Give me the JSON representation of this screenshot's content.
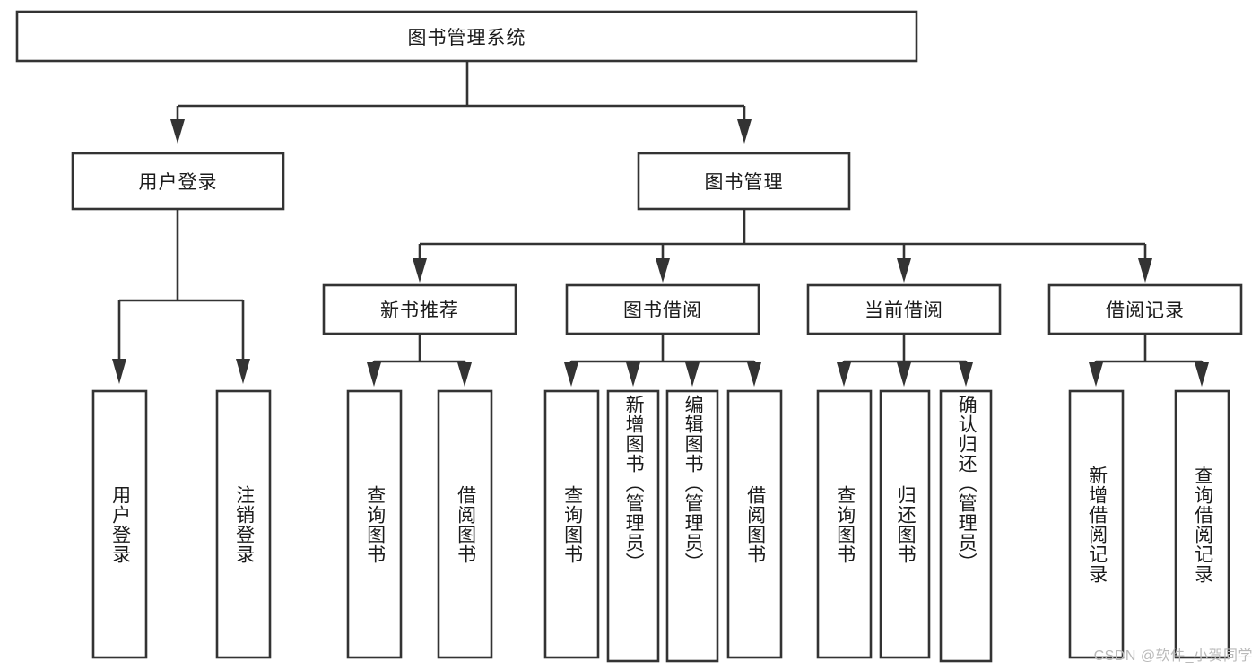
{
  "diagram": {
    "type": "tree-hierarchy",
    "title": "图书管理系统",
    "watermark": "CSDN @软件_小贺同学",
    "colors": {
      "background": "#ffffff",
      "stroke": "#333333",
      "text": "#1b1b1b",
      "watermark": "#b9b9b9"
    },
    "levels": {
      "root": {
        "label": "图书管理系统",
        "orientation": "horizontal"
      },
      "level2": [
        {
          "label": "用户登录",
          "orientation": "horizontal"
        },
        {
          "label": "图书管理",
          "orientation": "horizontal"
        }
      ],
      "level3": [
        {
          "label": "新书推荐",
          "orientation": "horizontal"
        },
        {
          "label": "图书借阅",
          "orientation": "horizontal"
        },
        {
          "label": "当前借阅",
          "orientation": "horizontal"
        },
        {
          "label": "借阅记录",
          "orientation": "horizontal"
        }
      ],
      "leaves": {
        "user_login": [
          {
            "label": "用户登录",
            "orientation": "vertical"
          },
          {
            "label": "注销登录",
            "orientation": "vertical"
          }
        ],
        "new_book_recommend": [
          {
            "label": "查询图书",
            "orientation": "vertical"
          },
          {
            "label": "借阅图书",
            "orientation": "vertical"
          }
        ],
        "book_borrow": [
          {
            "label": "查询图书",
            "orientation": "vertical"
          },
          {
            "label": "新增图书（管理员）",
            "orientation": "vertical"
          },
          {
            "label": "编辑图书（管理员）",
            "orientation": "vertical"
          },
          {
            "label": "借阅图书",
            "orientation": "vertical"
          }
        ],
        "current_borrow": [
          {
            "label": "查询图书",
            "orientation": "vertical"
          },
          {
            "label": "归还图书",
            "orientation": "vertical"
          },
          {
            "label": "确认归还（管理员）",
            "orientation": "vertical"
          }
        ],
        "borrow_record": [
          {
            "label": "新增借阅记录",
            "orientation": "vertical"
          },
          {
            "label": "查询借阅记录",
            "orientation": "vertical"
          }
        ]
      }
    }
  }
}
